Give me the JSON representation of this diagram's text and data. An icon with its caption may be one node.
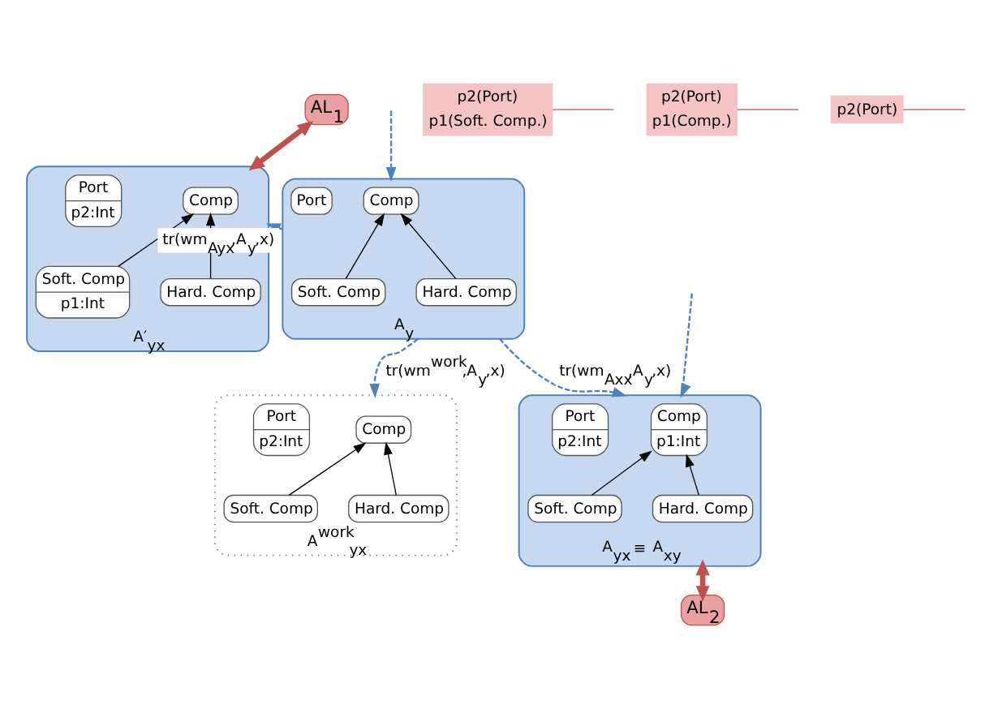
{
  "diagram": {
    "nodes": [
      {
        "text": [
          "AL$_{1}$"
        ]
      },
      {
        "text": [
          "A′$_{yx}$"
        ]
      },
      {
        "text": [
          "Comp"
        ],
        "in": 1
      },
      {
        "text": [
          "Port",
          "p2:Int"
        ],
        "in": 1
      },
      {
        "text": [
          "Soft. Comp",
          "p1:Int"
        ],
        "in": 1
      },
      {
        "text": [
          "Hard. Comp"
        ],
        "in": 1
      },
      {
        "text": [
          "A$_{y}$"
        ]
      },
      {
        "text": [
          "Comp"
        ],
        "in": 6
      },
      {
        "text": [
          "Port"
        ],
        "in": 6
      },
      {
        "text": [
          "Soft. Comp"
        ],
        "in": 6
      },
      {
        "text": [
          "Hard. Comp"
        ],
        "in": 6
      },
      {
        "text": [
          "p2(Port)",
          "p1(Soft. Comp.)"
        ]
      },
      {
        "text": [
          "p2(Port)",
          "p1(Comp.)"
        ]
      },
      {
        "text": [
          "p2(Port)"
        ]
      },
      {
        "text": [
          "A$^{work}$$_{yx}$"
        ]
      },
      {
        "text": [
          "Comp"
        ],
        "in": 14
      },
      {
        "text": [
          "Port",
          "p2:Int"
        ],
        "in": 14
      },
      {
        "text": [
          "Soft. Comp"
        ],
        "in": 14
      },
      {
        "text": [
          "Hard. Comp"
        ],
        "in": 14
      },
      {
        "text": [
          "A$_{yx}$ ≡ A$_{xy}$"
        ]
      },
      {
        "text": [
          "Comp",
          "p1:Int"
        ],
        "in": 19
      },
      {
        "text": [
          "Port",
          "p2:Int"
        ],
        "in": 19
      },
      {
        "text": [
          "Soft. Comp"
        ],
        "in": 19
      },
      {
        "text": [
          "Hard. Comp"
        ],
        "in": 19
      },
      {
        "text": [
          "AL$_{2}$"
        ]
      }
    ],
    "edges": [
      {
        "from": 0,
        "to": 1,
        "arrow": "both",
        "style": "thick",
        "color": "#c0504d"
      },
      {
        "from": 4,
        "to": 2,
        "arrow": "to"
      },
      {
        "from": 5,
        "to": 2,
        "arrow": "to"
      },
      {
        "from": 9,
        "to": 7,
        "arrow": "to"
      },
      {
        "from": 10,
        "to": 7,
        "arrow": "to"
      },
      {
        "from": null,
        "to": 6,
        "arrow": "to",
        "style": "dashed",
        "color": "#4f81bd"
      },
      {
        "from": 6,
        "to": 1,
        "arrow": "to",
        "style": "dashed",
        "color": "#4f81bd",
        "label": "tr(wm$_{Ayx}$,A$_{y}$,x)"
      },
      {
        "from": 6,
        "to": 19,
        "arrow": "to",
        "style": "dashed",
        "color": "#4f81bd",
        "label": "tr(wm$_{Axx}$,A$_{y}$,x)"
      },
      {
        "from": 6,
        "to": 14,
        "arrow": "to",
        "style": "dashed",
        "color": "#4f81bd",
        "label": "tr(wm$^{work}$,A$_{y}$,x)"
      },
      {
        "from": null,
        "to": 19,
        "arrow": "to",
        "style": "dashed",
        "color": "#4f81bd"
      },
      {
        "from": 11,
        "to": null,
        "arrow": "none",
        "color": "#c0504d"
      },
      {
        "from": 12,
        "to": null,
        "arrow": "none",
        "color": "#c0504d"
      },
      {
        "from": 13,
        "to": null,
        "arrow": "none",
        "color": "#c0504d"
      },
      {
        "from": 17,
        "to": 15,
        "arrow": "to"
      },
      {
        "from": 18,
        "to": 15,
        "arrow": "to"
      },
      {
        "from": 22,
        "to": 20,
        "arrow": "to"
      },
      {
        "from": 23,
        "to": 20,
        "arrow": "to"
      },
      {
        "from": 19,
        "to": 24,
        "arrow": "both",
        "style": "thick",
        "color": "#c0504d"
      }
    ]
  }
}
